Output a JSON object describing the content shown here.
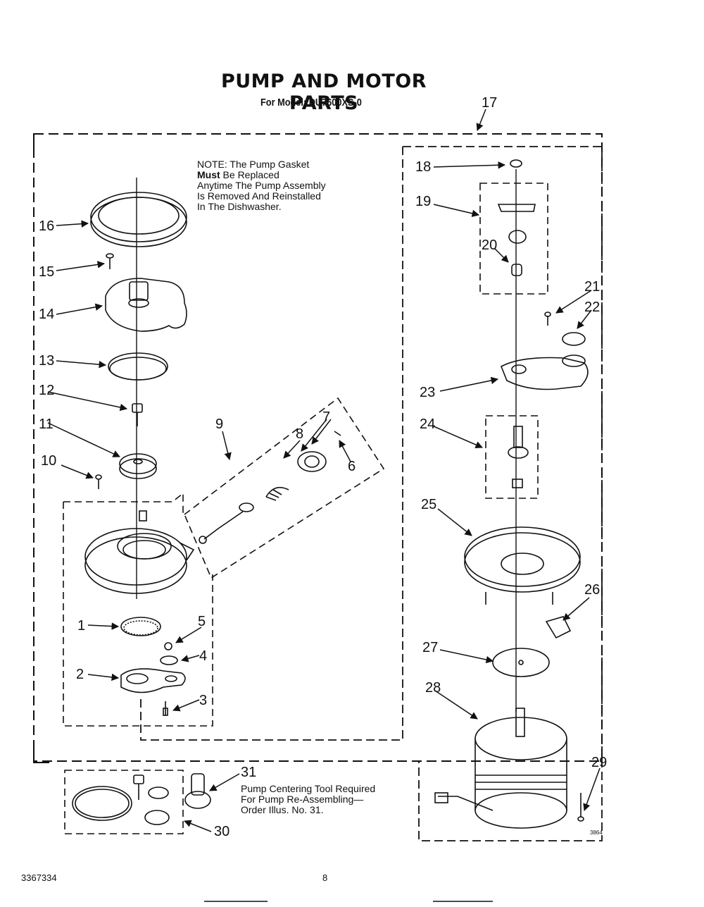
{
  "header": {
    "title": "PUMP AND MOTOR PARTS",
    "model_line": "For Model: DU7600XS-0"
  },
  "note": {
    "line1": "NOTE: The Pump Gasket",
    "line2_bold": "Must",
    "line2_rest": " Be Replaced",
    "line3": "Anytime The Pump Assembly",
    "line4": "Is Removed And Reinstalled",
    "line5": "In The Dishwasher."
  },
  "centering_note": {
    "line1": "Pump Centering Tool Required",
    "line2": "For Pump Re-Assembling—",
    "line3": "Order Illus. No. 31."
  },
  "footer": {
    "doc_number": "3367334",
    "page_number": "8",
    "illus_number": "3864"
  },
  "part_numbers": [
    "1",
    "2",
    "3",
    "4",
    "5",
    "6",
    "7",
    "8",
    "9",
    "10",
    "11",
    "12",
    "13",
    "14",
    "15",
    "16",
    "17",
    "18",
    "19",
    "20",
    "21",
    "22",
    "23",
    "24",
    "25",
    "26",
    "27",
    "28",
    "29",
    "30",
    "31"
  ]
}
